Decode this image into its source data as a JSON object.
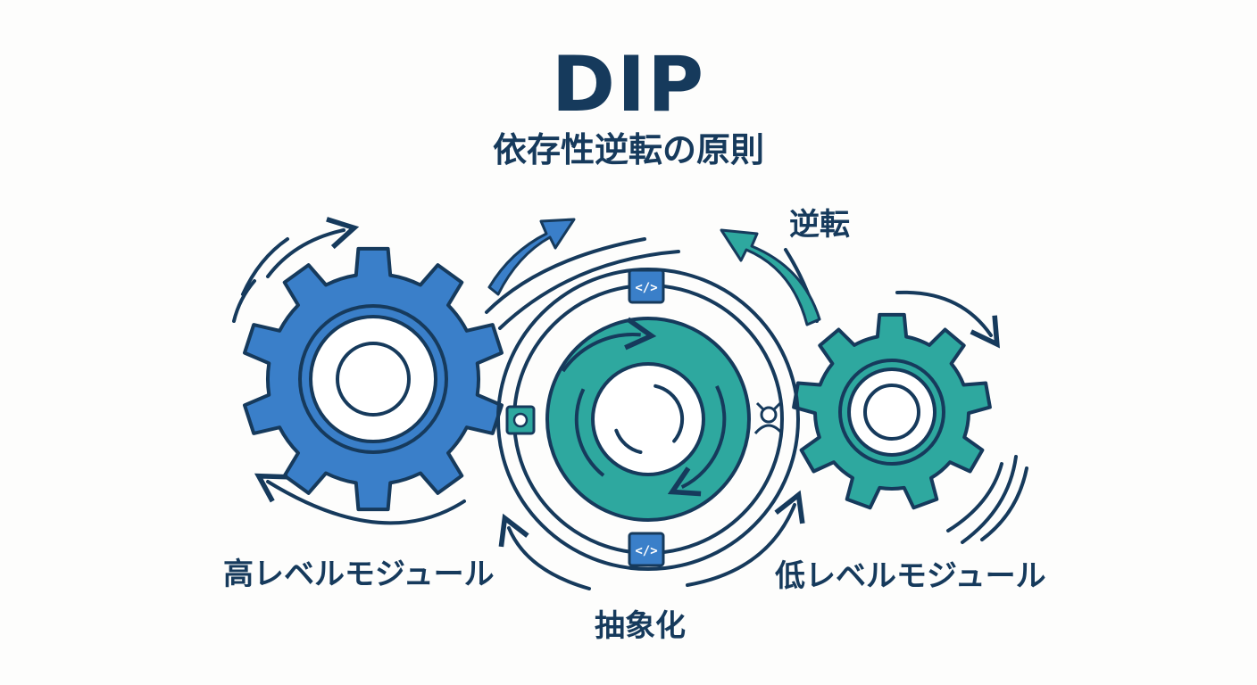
{
  "header": {
    "title": "DIP",
    "subtitle": "依存性逆転の原則"
  },
  "labels": {
    "high_level_module": "高レベルモジュール",
    "low_level_module": "低レベルモジュール",
    "abstraction": "抽象化",
    "inversion": "逆転"
  },
  "colors": {
    "blue_gear": "#3a7fc9",
    "teal_gear": "#2ea89f",
    "navy": "#163a5c",
    "background": "#fdfdfc"
  },
  "icons": {
    "interface_marker": "code-brackets-icon",
    "connector_left": "square-connector-icon",
    "connector_right": "socket-connector-icon"
  }
}
